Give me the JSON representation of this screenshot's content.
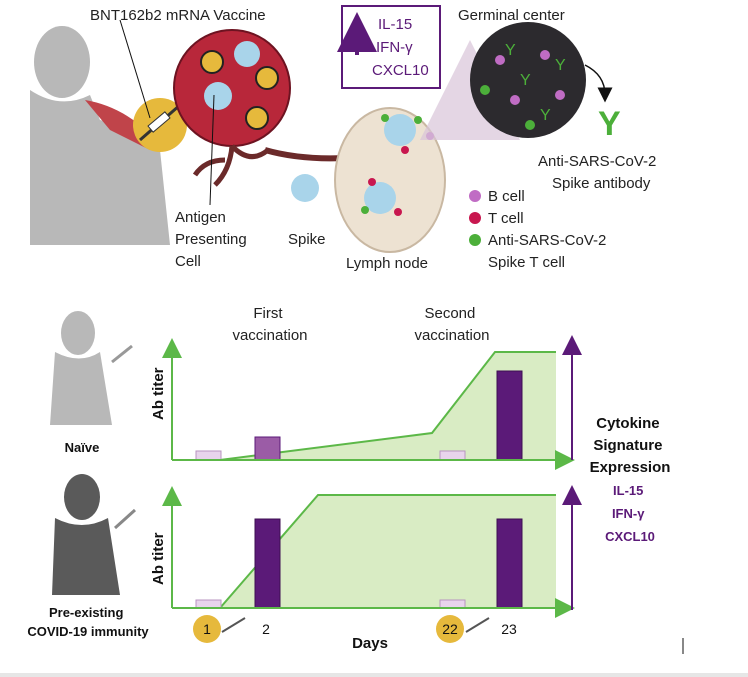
{
  "vaccine_label": "BNT162b2 mRNA Vaccine",
  "germinal_center_label": "Germinal center",
  "cytokines_box": [
    "IL-15",
    "IFN-γ",
    "CXCL10"
  ],
  "apc_label": [
    "Antigen",
    "Presenting",
    "Cell"
  ],
  "spike_label": "Spike",
  "lymph_node_label": "Lymph node",
  "antibody_label": [
    "Anti-SARS-CoV-2",
    "Spike antibody"
  ],
  "legend": [
    {
      "label": "B cell",
      "color": "#c06cc4"
    },
    {
      "label": "T cell",
      "color": "#c8174f"
    },
    {
      "label": "Anti-SARS-CoV-2",
      "label2": "Spike T cell",
      "color": "#4caf3a"
    }
  ],
  "first_vaccination": [
    "First",
    "vaccination"
  ],
  "second_vaccination": [
    "Second",
    "vaccination"
  ],
  "naive_label": "Naïve",
  "preexisting_label": [
    "Pre-existing",
    "COVID-19 immunity"
  ],
  "ylabel": "Ab titer",
  "xlabel": "Days",
  "day_labels": [
    "1",
    "2",
    "22",
    "23"
  ],
  "cytokine_signature": [
    "Cytokine",
    "Signature",
    "Expression"
  ],
  "cytokine_list": [
    "IL-15",
    "IFN-γ",
    "CXCL10"
  ],
  "colors": {
    "purple": "#5b1a78",
    "light_purple": "#e8d4ec",
    "green": "#5cb848",
    "fill_green": "#d9ecc4",
    "gold": "#e6b93c",
    "gray": "#b8b8b8",
    "dark_gray": "#5a5a5a"
  }
}
